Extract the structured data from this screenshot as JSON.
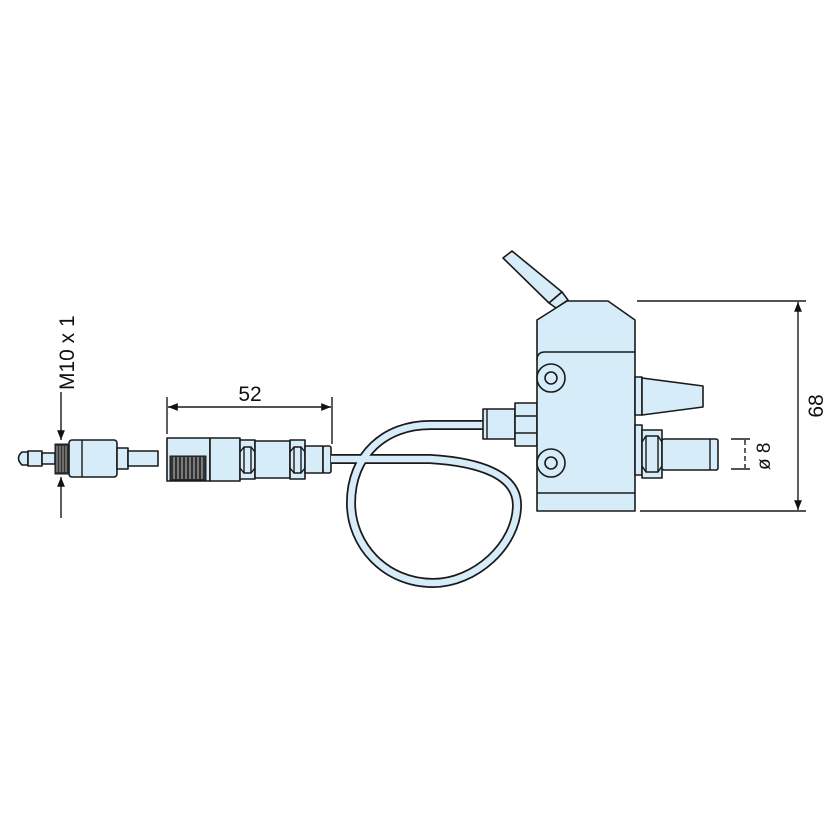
{
  "colors": {
    "part_fill": "#d6ecf8",
    "outline": "#1a1a1a",
    "background": "#ffffff"
  },
  "dimensions": {
    "thread": "M10 x 1",
    "connector_length": "52",
    "height": "68",
    "hose_diameter": "ø 8"
  }
}
